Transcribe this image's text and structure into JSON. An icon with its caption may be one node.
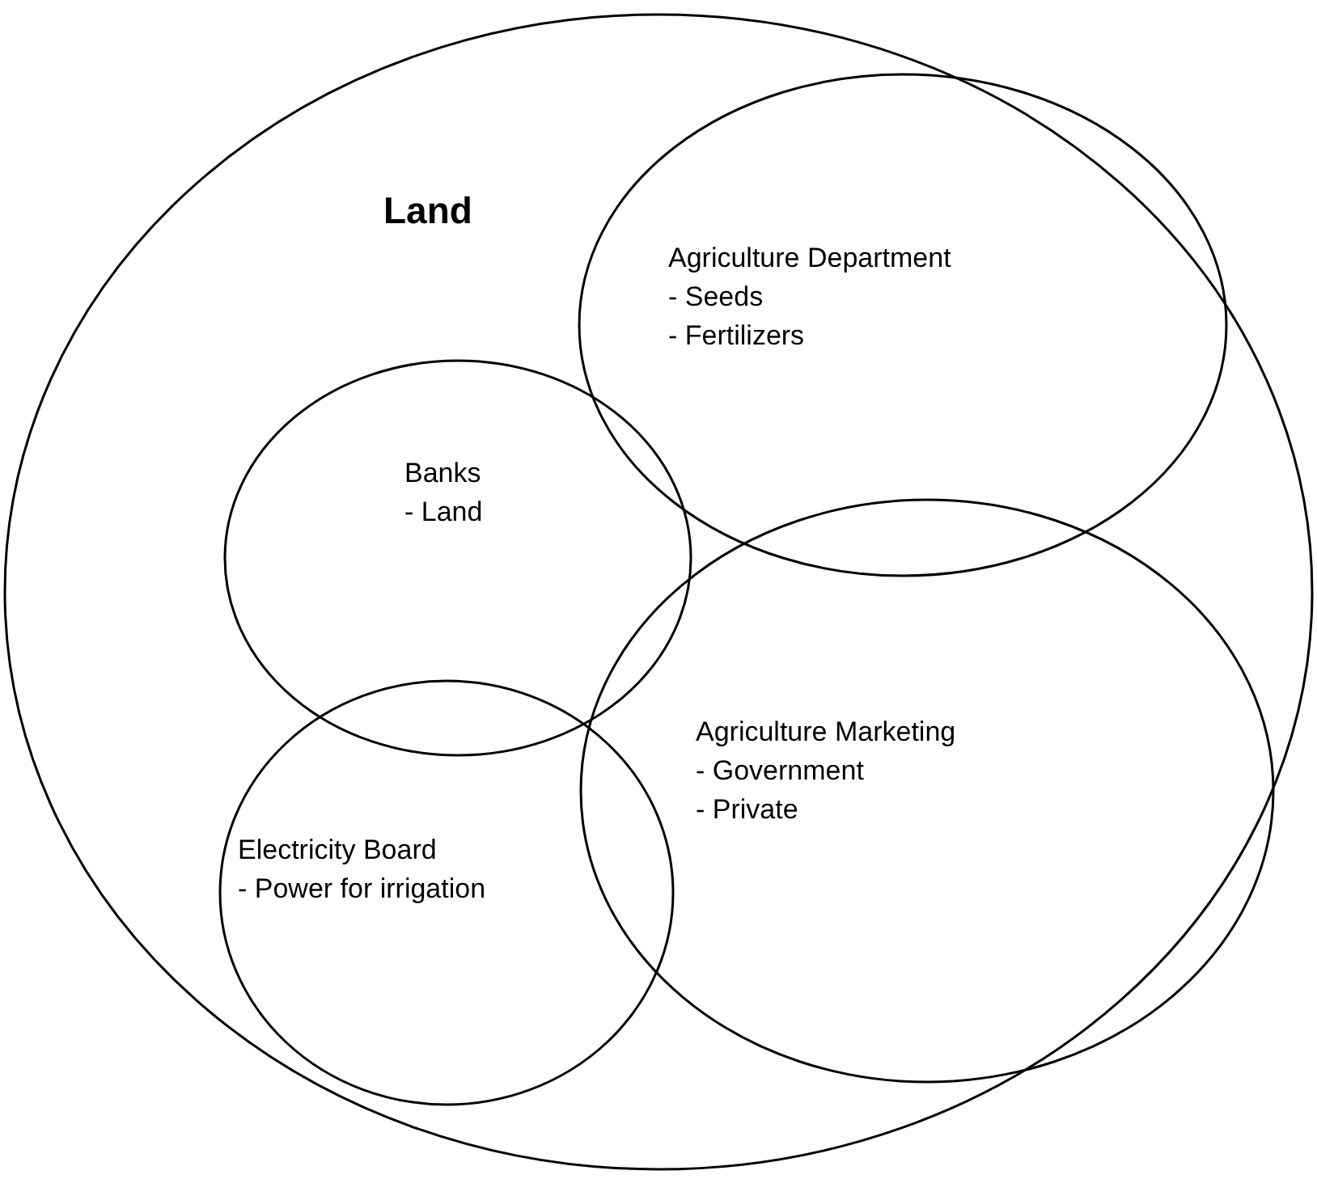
{
  "diagram": {
    "nodes": [
      {
        "text": [
          "Land"
        ]
      },
      {
        "text": [
          "Agriculture Department",
          "- Seeds",
          "- Fertilizers"
        ],
        "in": 0
      },
      {
        "text": [
          "Banks",
          "- Land"
        ],
        "in": 0
      },
      {
        "text": [
          "Agriculture Marketing",
          "- Government",
          "- Private"
        ],
        "in": 0
      },
      {
        "text": [
          "Electricity Board",
          "- Power for irrigation"
        ],
        "in": 0
      }
    ]
  }
}
